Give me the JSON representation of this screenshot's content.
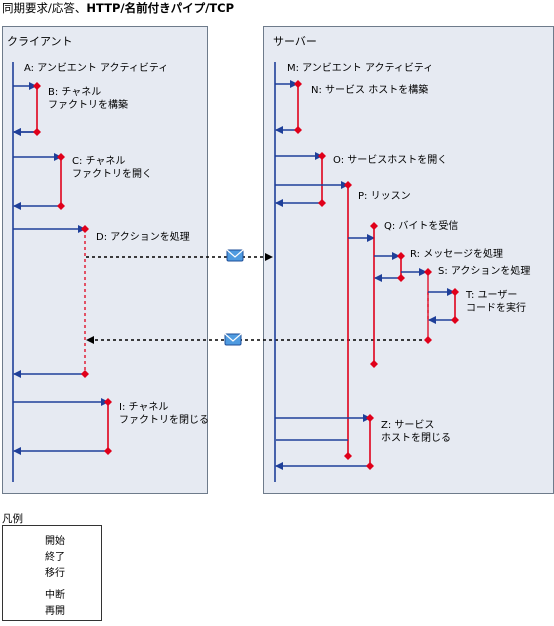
{
  "title": {
    "prefix": "同期要求/応答、",
    "bold": "HTTP/名前付きパイプ/TCP"
  },
  "client": {
    "title": "クライアント",
    "labels": {
      "A": "A: アンビエント アクティビティ",
      "B": "B: チャネル\nファクトリを構築",
      "C": "C: チャネル\nファクトリを開く",
      "D": "D: アクションを処理",
      "I": "I: チャネル\nファクトリを閉じる"
    }
  },
  "server": {
    "title": "サーバー",
    "labels": {
      "M": "M: アンビエント アクティビティ",
      "N": "N: サービス ホストを構築",
      "O": "O: サービスホストを開く",
      "P": "P: リッスン",
      "Q": "Q: バイトを受信",
      "R": "R: メッセージを処理",
      "S": "S: アクションを処理",
      "T": "T: ユーザー\nコードを実行",
      "Z": "Z: サービス\nホストを閉じる"
    }
  },
  "legend": {
    "title": "凡例",
    "start": "開始",
    "end": "終了",
    "transfer": "移行",
    "suspend": "中断",
    "resume": "再開"
  },
  "colors": {
    "panel": "#e6eaf2",
    "arrow": "#1f3f99",
    "activity": "#e0001a"
  }
}
